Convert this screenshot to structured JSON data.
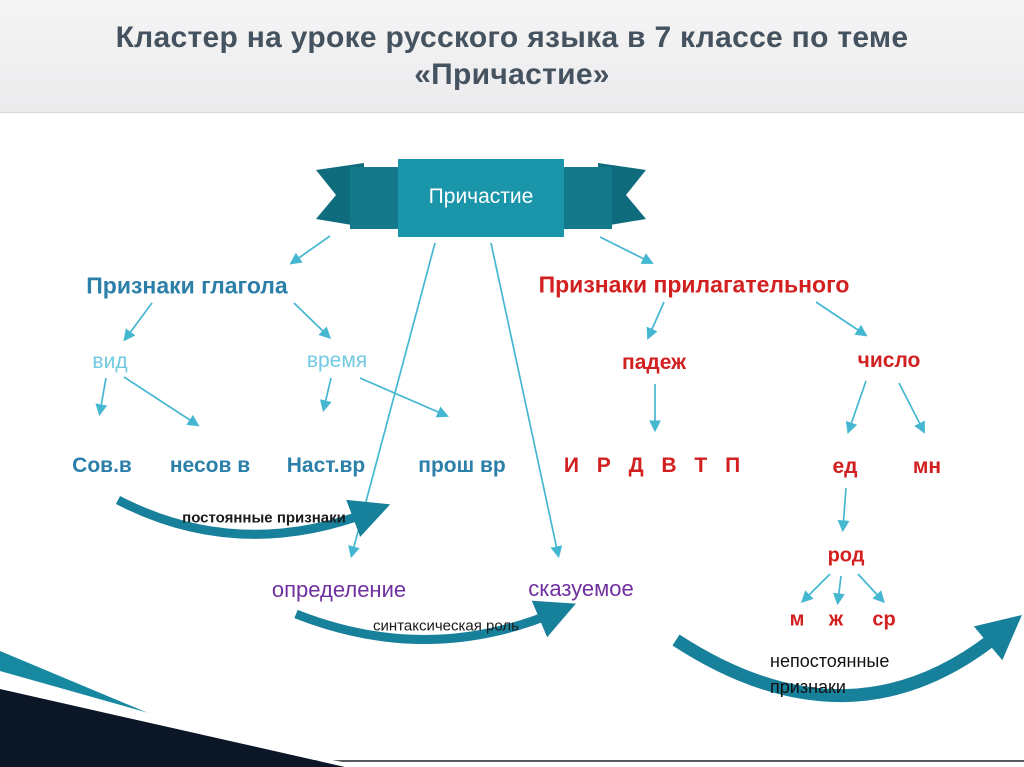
{
  "title": {
    "line1": "Кластер на уроке русского языка в 7 классе по теме",
    "line2": "«Причастие»"
  },
  "root": {
    "label": "Причастие"
  },
  "verb_branch": {
    "label": "Признаки глагола",
    "vid": "вид",
    "vremya": "время",
    "sov_v": "Сов.в",
    "nesov_v": "несов в",
    "nast_vr": "Наст.вр",
    "prosh_vr": "прош вр",
    "constant_features_label": "постоянные признаки"
  },
  "adjective_branch": {
    "label": "Признаки прилагательного",
    "padezh": "падеж",
    "chislo": "число",
    "cases": "И Р Д В Т П",
    "ed": "ед",
    "mn": "мн",
    "rod": "род",
    "m": "м",
    "zh": "ж",
    "sr": "ср",
    "nonconstant_features_label": "непостоянные признаки"
  },
  "syntax_role": {
    "opredelenie": "определение",
    "skazuemoe": "сказуемое",
    "label": "синтаксическая роль"
  },
  "colors": {
    "teal_banner": "#1b95a9",
    "teal_banner_dark": "#0f6c7d",
    "thin_arrow": "#45b7d1",
    "curved_arrow": "#17809a",
    "blue_text": "#2b7fa8",
    "light_blue_text": "#72c9e2",
    "red_text": "#d21f1f",
    "purple_text": "#7030a0",
    "title_text": "#44535f",
    "header_bg": "#f0f0f1",
    "corner_navy": "#0b1626"
  }
}
